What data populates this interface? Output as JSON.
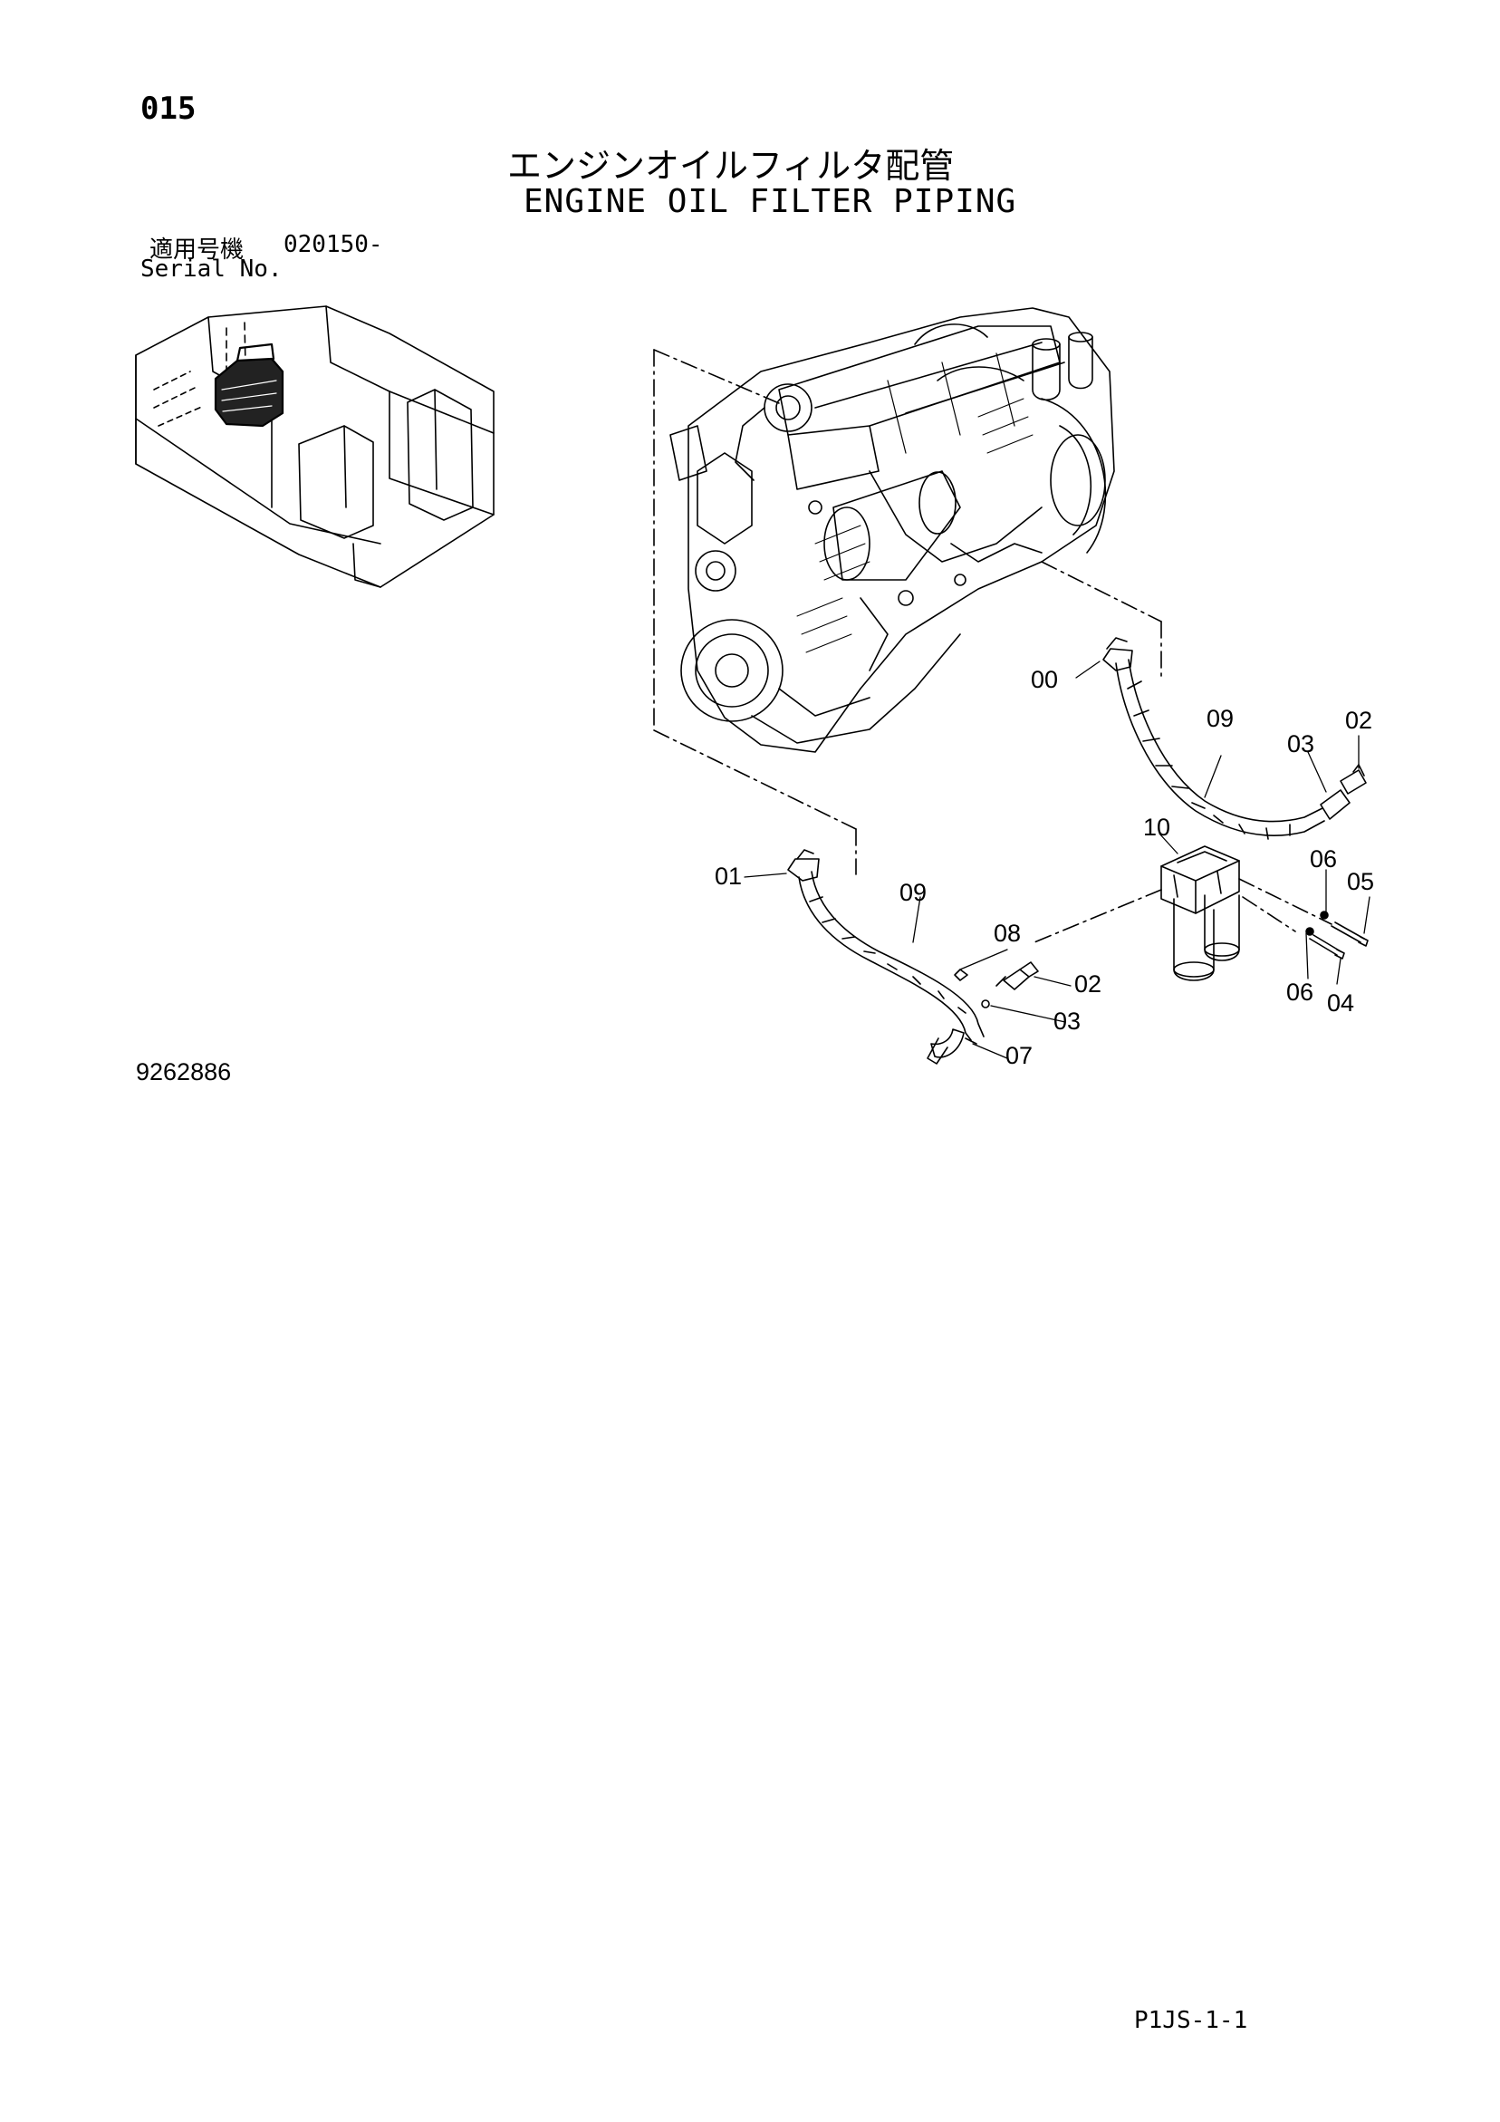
{
  "header": {
    "page_number": "015",
    "title_jp": "エンジンオイルフィルタ配管",
    "title_en": "ENGINE OIL FILTER PIPING",
    "serial_label_jp": "適用号機",
    "serial_value": "020150-",
    "serial_label_en": "Serial No."
  },
  "drawing_number": "9262886",
  "sheet_code": "P1JS-1-1",
  "callouts": [
    {
      "id": "c00",
      "text": "00"
    },
    {
      "id": "c01",
      "text": "01"
    },
    {
      "id": "c02a",
      "text": "02"
    },
    {
      "id": "c02b",
      "text": "02"
    },
    {
      "id": "c03a",
      "text": "03"
    },
    {
      "id": "c03b",
      "text": "03"
    },
    {
      "id": "c04",
      "text": "04"
    },
    {
      "id": "c05",
      "text": "05"
    },
    {
      "id": "c06a",
      "text": "06"
    },
    {
      "id": "c06b",
      "text": "06"
    },
    {
      "id": "c07",
      "text": "07"
    },
    {
      "id": "c08",
      "text": "08"
    },
    {
      "id": "c09a",
      "text": "09"
    },
    {
      "id": "c09b",
      "text": "09"
    },
    {
      "id": "c10",
      "text": "10"
    }
  ]
}
